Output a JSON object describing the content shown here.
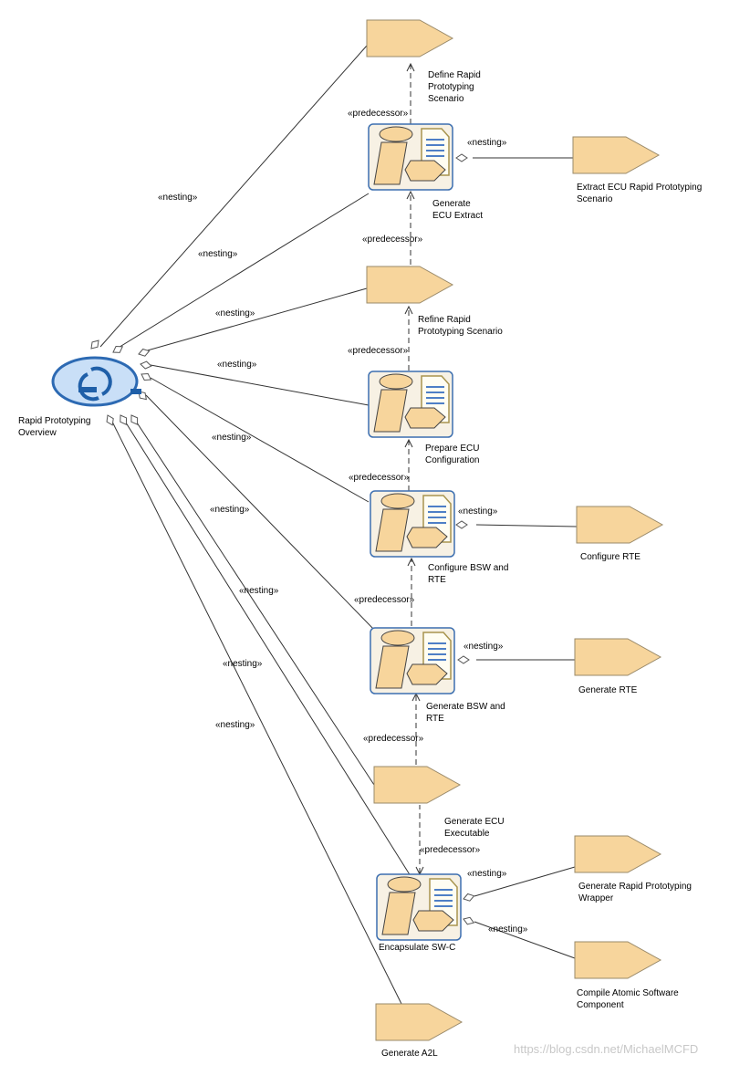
{
  "diagram": {
    "overview": {
      "label": "Rapid Prototyping\nOverview"
    },
    "stereotypes": {
      "nesting": "«nesting»",
      "predecessor": "«predecessor»"
    },
    "nodes": {
      "define_scenario": "Define Rapid\nPrototyping\nScenario",
      "generate_ecu_extract": "Generate\nECU Extract",
      "extract_scenario": "Extract ECU Rapid Prototyping\nScenario",
      "refine_scenario": "Refine Rapid\nPrototyping Scenario",
      "prepare_ecu_config": "Prepare ECU\nConfiguration",
      "configure_bsw_rte": "Configure BSW and\nRTE",
      "configure_rte": "Configure RTE",
      "generate_bsw_rte": "Generate BSW and\nRTE",
      "generate_rte": "Generate RTE",
      "generate_ecu_exec": "Generate ECU\nExecutable",
      "encapsulate_swc": "Encapsulate SW-C",
      "generate_wrapper": "Generate Rapid Prototyping\nWrapper",
      "compile_atomic": "Compile Atomic Software\nComponent",
      "generate_a2l": "Generate A2L"
    },
    "watermark": "https://blog.csdn.net/MichaelMCFD"
  }
}
